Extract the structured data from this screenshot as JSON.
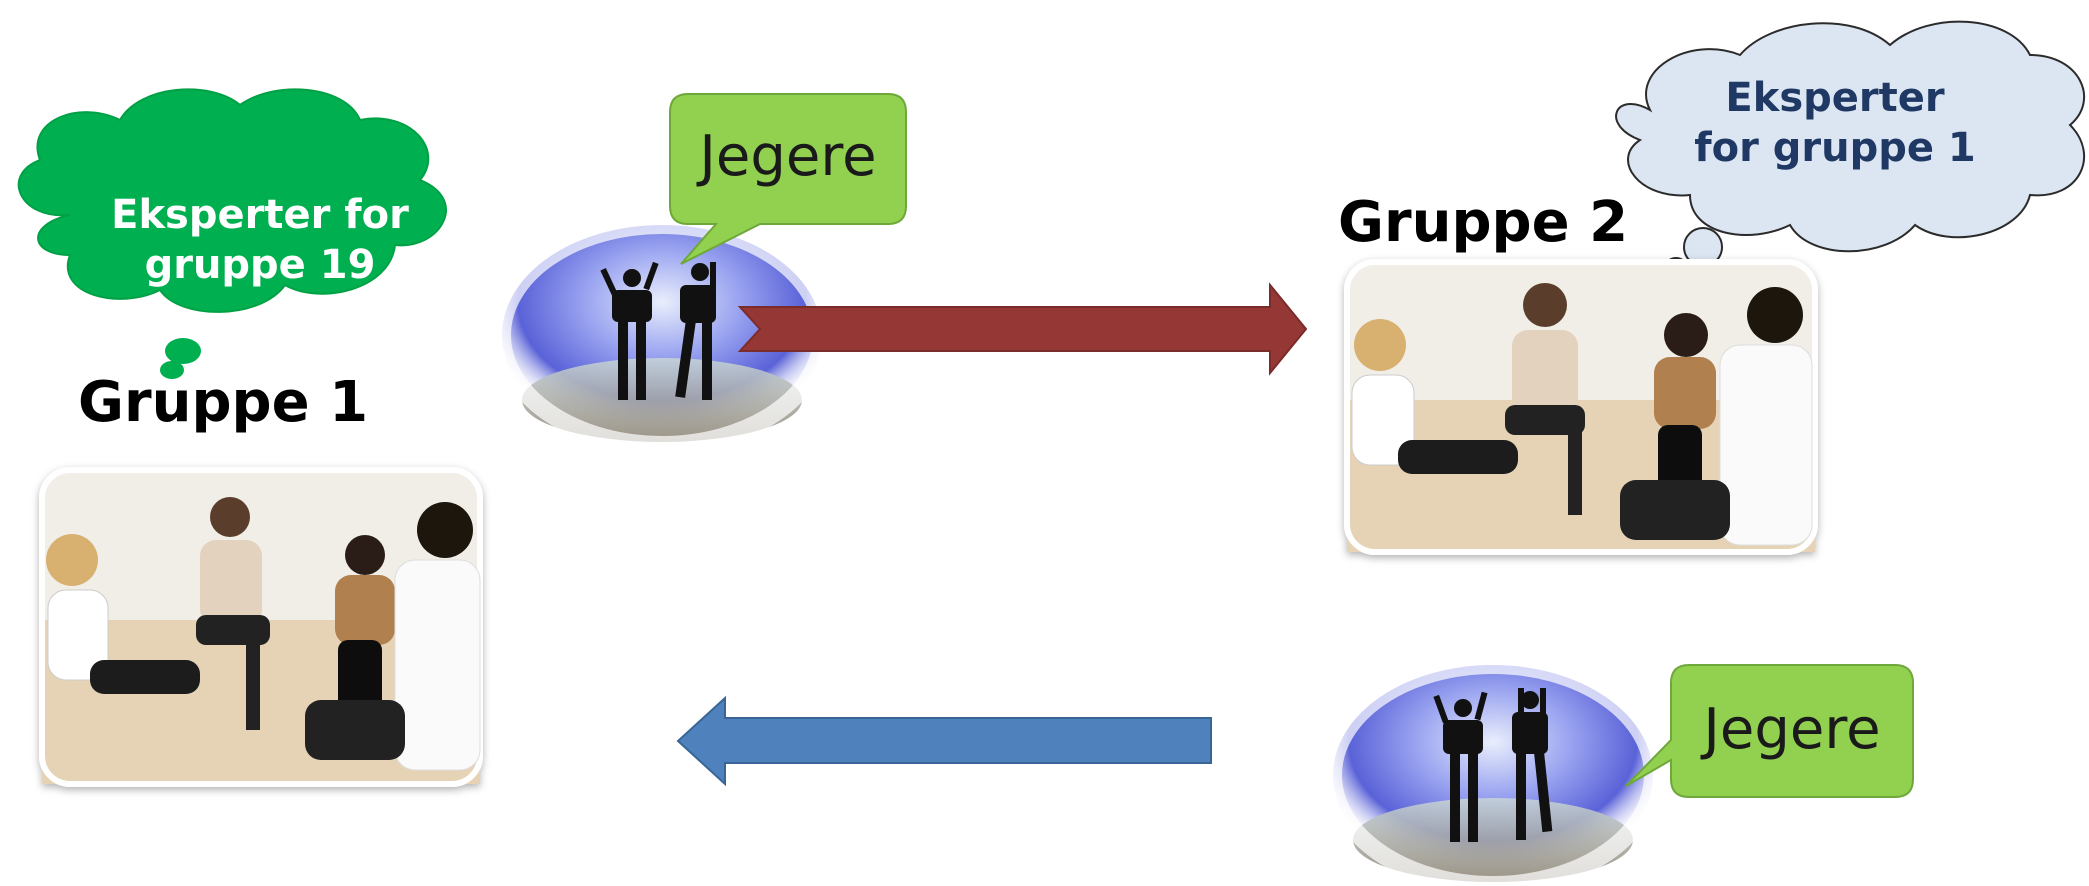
{
  "group1": {
    "label": "Gruppe 1"
  },
  "group2": {
    "label": "Gruppe 2"
  },
  "cloud_green": {
    "line1": "Eksperter for",
    "line2": "gruppe 19"
  },
  "cloud_blue": {
    "line1": "Eksperter",
    "line2": "for gruppe 1"
  },
  "hunter_top": {
    "label": "Jegere"
  },
  "hunter_bottom": {
    "label": "Jegere"
  },
  "colors": {
    "green_cloud": "#00b050",
    "blue_cloud": "#dce6f2",
    "blue_cloud_text": "#1f3864",
    "speech_bubble": "#92d050",
    "arrow_right": "#953735",
    "arrow_left": "#4f81bd"
  }
}
